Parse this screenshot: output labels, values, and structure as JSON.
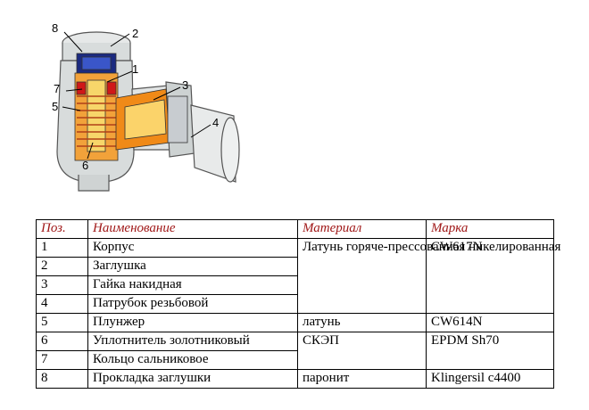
{
  "diagram": {
    "callouts": [
      "8",
      "2",
      "1",
      "3",
      "7",
      "5",
      "4",
      "6"
    ]
  },
  "table": {
    "headers": {
      "pos": "Поз.",
      "name": "Наименование",
      "material": "Материал",
      "mark": "Марка"
    },
    "rows": [
      {
        "pos": "1",
        "name": "Корпус"
      },
      {
        "pos": "2",
        "name": "Заглушка"
      },
      {
        "pos": "3",
        "name": "Гайка накидная"
      },
      {
        "pos": "4",
        "name": "Патрубок резьбовой"
      },
      {
        "pos": "5",
        "name": "Плунжер",
        "material": "латунь",
        "mark": "CW614N"
      },
      {
        "pos": "6",
        "name": "Уплотнитель золотниковый"
      },
      {
        "pos": "7",
        "name": "Кольцо сальниковое"
      },
      {
        "pos": "8",
        "name": "Прокладка заглушки",
        "material": "паронит",
        "mark": "Klingersil c4400"
      }
    ],
    "group_1_4": {
      "material": "Латунь горяче-прессованная никелированная",
      "mark": "CW617N"
    },
    "group_6_7": {
      "material": "СКЭП",
      "mark": "EPDM Sh70"
    }
  }
}
